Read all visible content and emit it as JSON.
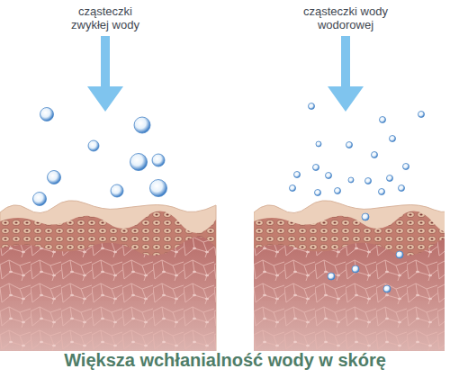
{
  "diagram": {
    "caption": "Większa wchłanialność wody w skórę",
    "labels": [
      "cząsteczki zwykłej wody",
      "cząsteczki wody wodorowej"
    ]
  }
}
